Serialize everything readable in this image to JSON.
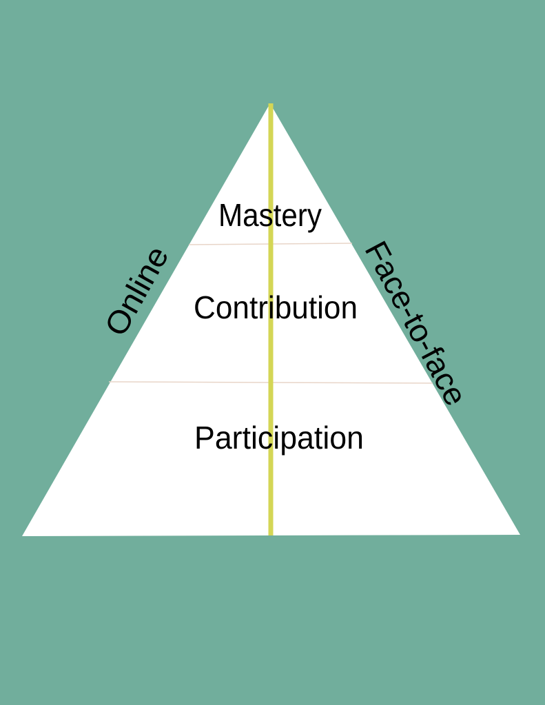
{
  "colors": {
    "background": "#71ae9c",
    "pyramid_fill": "#ffffff",
    "divider_line": "#e8d5c8",
    "center_axis": "#d4d655",
    "text": "#000000"
  },
  "tiers": [
    {
      "label": "Mastery"
    },
    {
      "label": "Contribution"
    },
    {
      "label": "Participation"
    }
  ],
  "sides": {
    "left": "Online",
    "right": "Face-to-face"
  }
}
